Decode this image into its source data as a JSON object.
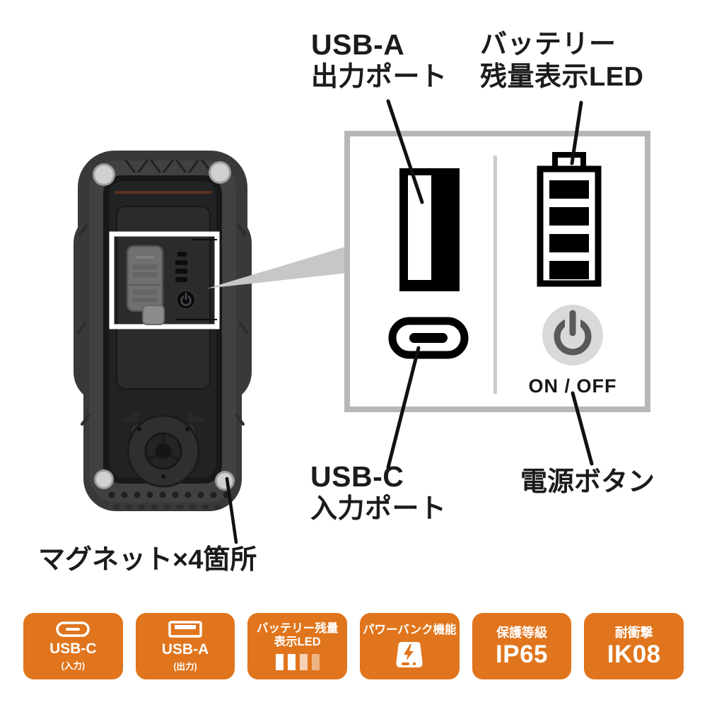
{
  "page": {
    "background": "#ffffff"
  },
  "colors": {
    "accent_orange": "#E0751D",
    "callout_border": "#b5b7b9",
    "divider": "#c9cbcd",
    "text": "#1b1b1b",
    "leader_line": "#111111",
    "wedge": "#c6c7c9",
    "power_button_fill": "#d8d9da",
    "power_glyph": "#59595b"
  },
  "labels": {
    "usb_a": {
      "line1": "USB-A",
      "line2": "出力ポート"
    },
    "battery_led": {
      "line1": "バッテリー",
      "line2": "残量表示LED"
    },
    "usb_c": {
      "line1": "USB-C",
      "line2": "入力ポート"
    },
    "power": "電源ボタン",
    "magnets": "マグネット×4箇所"
  },
  "callout": {
    "on_off_label": "ON / OFF",
    "icons": [
      "usb-a-output-port-icon",
      "battery-level-led-icon",
      "usb-c-input-port-icon",
      "power-button-icon"
    ]
  },
  "badges": [
    {
      "icon": "usb-c-icon",
      "label": "USB-C",
      "sublabel": "(入力)"
    },
    {
      "icon": "usb-a-icon",
      "label": "USB-A",
      "sublabel": "(出力)"
    },
    {
      "icon": "battery-bars-icon",
      "label_line1": "バッテリー残量",
      "label_line2": "表示LED"
    },
    {
      "icon": "powerbank-icon",
      "label": "パワーバンク機能"
    },
    {
      "label": "保護等級",
      "value": "IP65"
    },
    {
      "label": "耐衝撃",
      "value": "IK08"
    }
  ]
}
